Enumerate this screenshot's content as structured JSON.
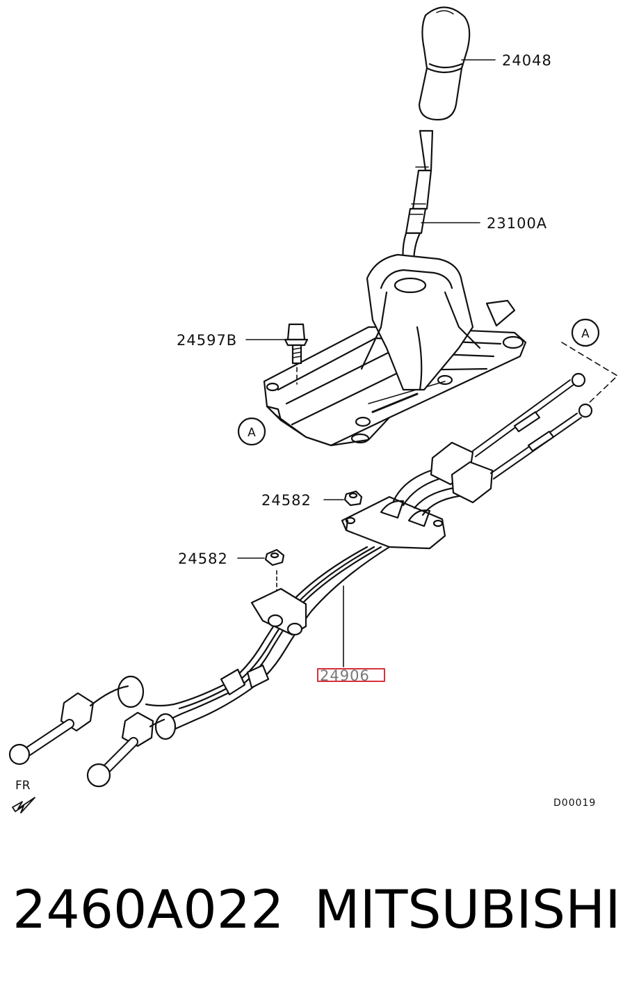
{
  "labels": {
    "knob": "24048",
    "lever": "23100A",
    "bolt": "24597B",
    "nut_upper": "24582",
    "nut_lower": "24582",
    "cable": "24906",
    "drawing_code": "D00019",
    "direction": "FR",
    "callout_left": "A",
    "callout_right": "A"
  },
  "highlight": {
    "part": "24906",
    "color": "#d9303a"
  },
  "footer": {
    "part_number": "2460A022",
    "brand": "MITSUBISHI"
  }
}
